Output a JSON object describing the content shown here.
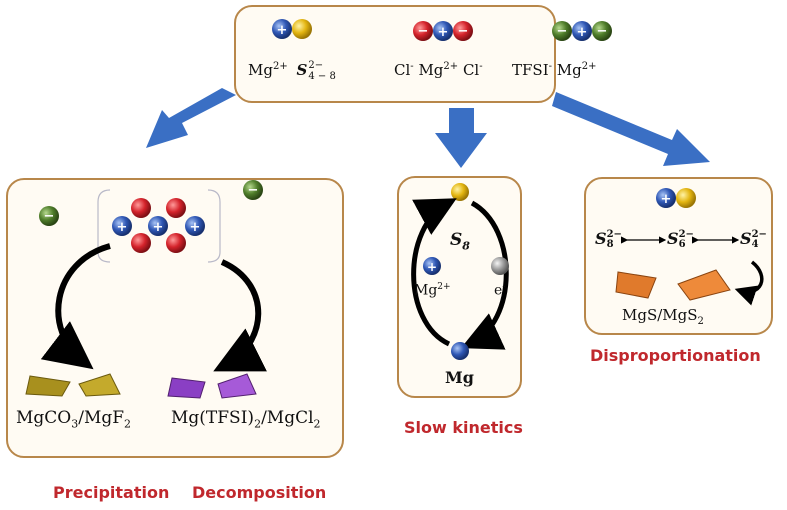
{
  "top": {
    "species1": {
      "mg": "Mg",
      "mg_charge": "2+",
      "s_base": "S",
      "s_sup": "2−",
      "s_sub": "4 − 8"
    },
    "species2": {
      "cl1": "Cl",
      "cl1_charge": "-",
      "mg": "Mg",
      "mg_charge": "2+",
      "cl2": "Cl",
      "cl2_charge": "-"
    },
    "species3": {
      "tfsi": "TFSI",
      "tfsi_charge": "-",
      "mg": "Mg",
      "mg_charge": "2+"
    }
  },
  "left_panel": {
    "product1": {
      "base": "MgCO",
      "sub1": "3",
      "mid": "/MgF",
      "sub2": "2"
    },
    "product2": {
      "base": "Mg(TFSI)",
      "sub1": "2",
      "mid": "/MgCl",
      "sub2": "2"
    },
    "label_precipitation": "Precipitation",
    "label_decomposition": "Decomposition"
  },
  "middle_panel": {
    "s8_base": "S",
    "s8_sub": "8",
    "mg_ion": "Mg",
    "mg_ion_charge": "2+",
    "electron": "e",
    "electron_charge": "-",
    "mg_metal": "Mg",
    "label": "Slow kinetics"
  },
  "right_panel": {
    "s": "S",
    "s8_sup": "2−",
    "s8_sub": "8",
    "s6_sup": "2−",
    "s6_sub": "6",
    "s4_sup": "2−",
    "s4_sub": "4",
    "product": {
      "base": "MgS/MgS",
      "sub": "2"
    },
    "label": "Disproportionation"
  },
  "colors": {
    "panel_border": "#b8874a",
    "arrow_blue": "#3a6fc4",
    "label_red": "#c0282d",
    "cation_blue": "#2f57b5",
    "anion_yellow": "#e3b511",
    "anion_red": "#d4232b",
    "anion_green": "#4f7d2a",
    "electron_gray": "#9a9a9a",
    "precipitate_olive": "#a8901e",
    "decomposition_purple": "#8a3fc4",
    "sulfide_orange": "#e07a2c"
  }
}
